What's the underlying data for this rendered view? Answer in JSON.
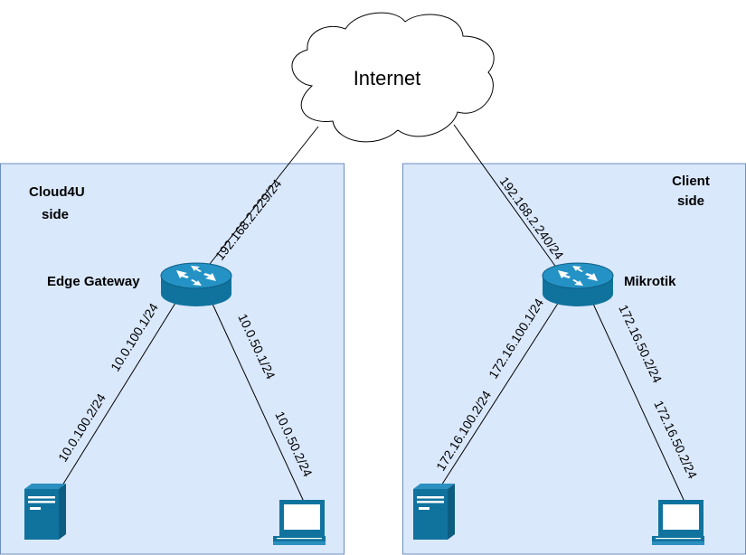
{
  "internet": {
    "label": "Internet"
  },
  "zones": {
    "left": {
      "line1": "Cloud4U",
      "line2": "side"
    },
    "right": {
      "line1": "Client",
      "line2": "side"
    }
  },
  "routers": {
    "left": {
      "label": "Edge Gateway"
    },
    "right": {
      "label": "Mikrotik"
    }
  },
  "links": {
    "left_uplink": "192.168.2.229/24",
    "right_uplink": "192.168.2.240/24",
    "left_server_a": "10.0.100.1/24",
    "left_server_b": "10.0.100.2/24",
    "left_pc_a": "10.0.50.1/24",
    "left_pc_b": "10.0.50.2/24",
    "right_server_a": "172.16.100.1/24",
    "right_server_b": "172.16.100.2/24",
    "right_pc_a": "172.16.50.2/24",
    "right_pc_b": "172.16.50.2/24"
  },
  "colors": {
    "zone_fill": "#dae8fc",
    "zone_stroke": "#6c8ebf",
    "device_blue": "#10739e",
    "router_top": "#2492c4"
  }
}
